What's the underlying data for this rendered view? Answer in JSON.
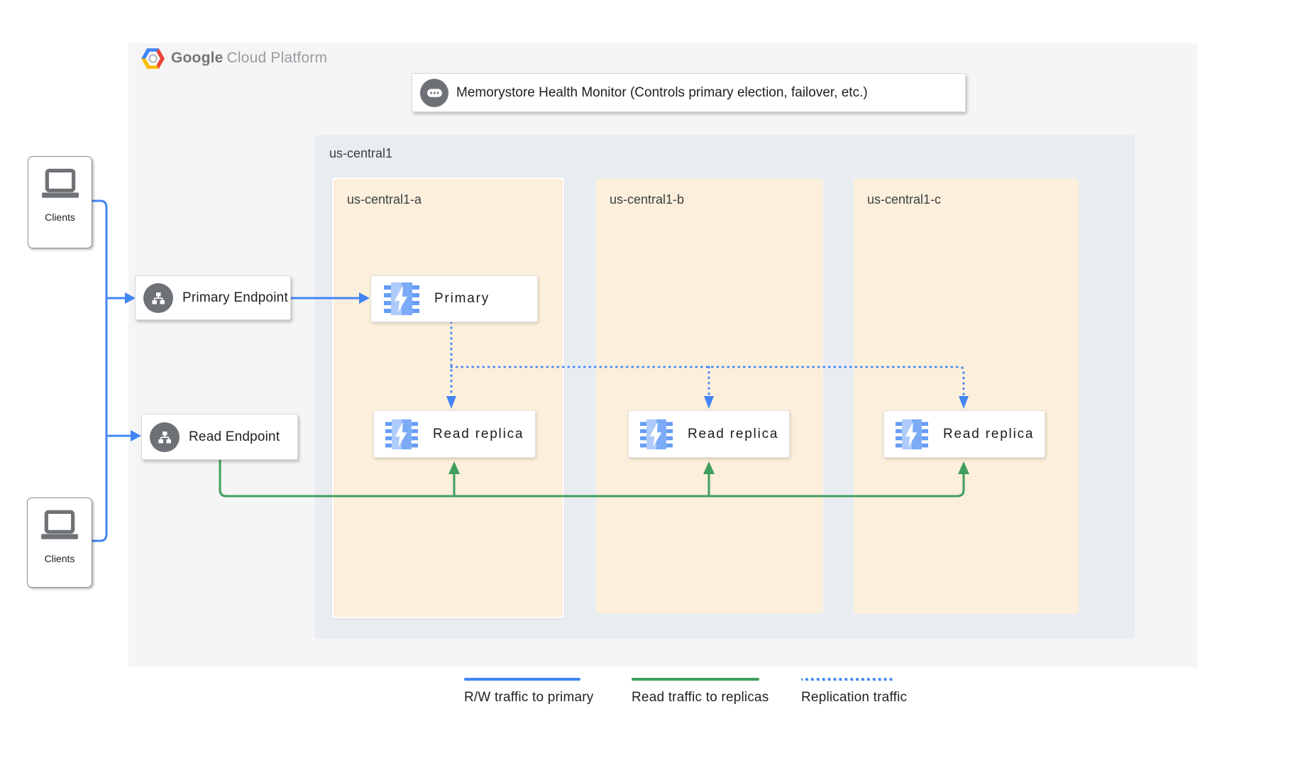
{
  "brand": {
    "name_bold": "Google",
    "name_rest": "Cloud Platform"
  },
  "health_monitor": {
    "label": "Memorystore Health Monitor (Controls primary election, failover, etc.)",
    "icon": "chat-dots-icon"
  },
  "region": {
    "label": "us-central1",
    "zones": [
      {
        "label": "us-central1-a"
      },
      {
        "label": "us-central1-b"
      },
      {
        "label": "us-central1-c"
      }
    ]
  },
  "nodes": {
    "clients_top": {
      "label": "Clients",
      "icon": "laptop-icon"
    },
    "clients_bottom": {
      "label": "Clients",
      "icon": "laptop-icon"
    },
    "primary_endpoint": {
      "label": "Primary Endpoint",
      "icon": "network-endpoint-icon"
    },
    "read_endpoint": {
      "label": "Read Endpoint",
      "icon": "network-endpoint-icon"
    },
    "primary": {
      "label": "Primary",
      "icon": "memorystore-icon"
    },
    "read_replica_a": {
      "label": "Read replica",
      "icon": "memorystore-icon"
    },
    "read_replica_b": {
      "label": "Read replica",
      "icon": "memorystore-icon"
    },
    "read_replica_c": {
      "label": "Read replica",
      "icon": "memorystore-icon"
    }
  },
  "legend": [
    {
      "label": "R/W traffic to primary",
      "line_style": "solid",
      "color": "#4285F4"
    },
    {
      "label": "Read traffic to replicas",
      "line_style": "solid",
      "color": "#3F9E5D"
    },
    {
      "label": "Replication traffic",
      "line_style": "dotted",
      "color": "#4285F4"
    }
  ],
  "colors": {
    "rw-blue": "#4285F4",
    "read-green": "#3F9E5D",
    "replication-blue": "#4285F4",
    "panel-bg": "#F5F5F6",
    "region-bg": "#E9EDF2",
    "zone-bg": "#FCEFDB",
    "icon-gray": "#6E7276",
    "ms-light": "#AECBFA",
    "ms-mid": "#7BAAF7",
    "ms-teeth": "#669DF6"
  }
}
